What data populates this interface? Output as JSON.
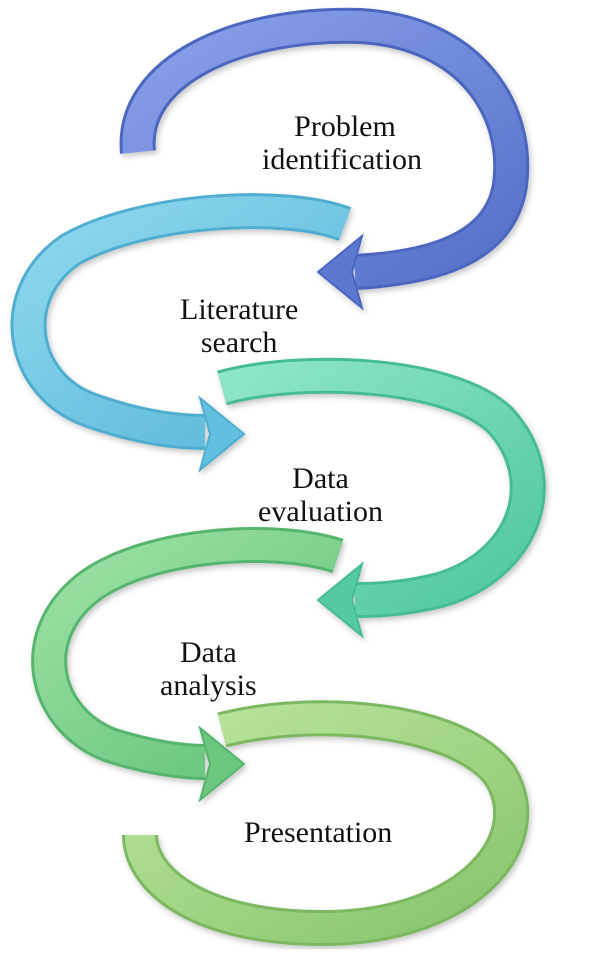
{
  "steps": [
    {
      "id": "problem-identification",
      "lines": [
        "Problem",
        "identification"
      ],
      "color": "#6a84d8"
    },
    {
      "id": "literature-search",
      "lines": [
        "Literature",
        "search"
      ],
      "color": "#6cc6e2"
    },
    {
      "id": "data-evaluation",
      "lines": [
        "Data",
        "evaluation"
      ],
      "color": "#62d3ae"
    },
    {
      "id": "data-analysis",
      "lines": [
        "Data",
        "analysis"
      ],
      "color": "#76cd85"
    },
    {
      "id": "presentation",
      "lines": [
        "Presentation"
      ],
      "color": "#98cf80"
    }
  ]
}
